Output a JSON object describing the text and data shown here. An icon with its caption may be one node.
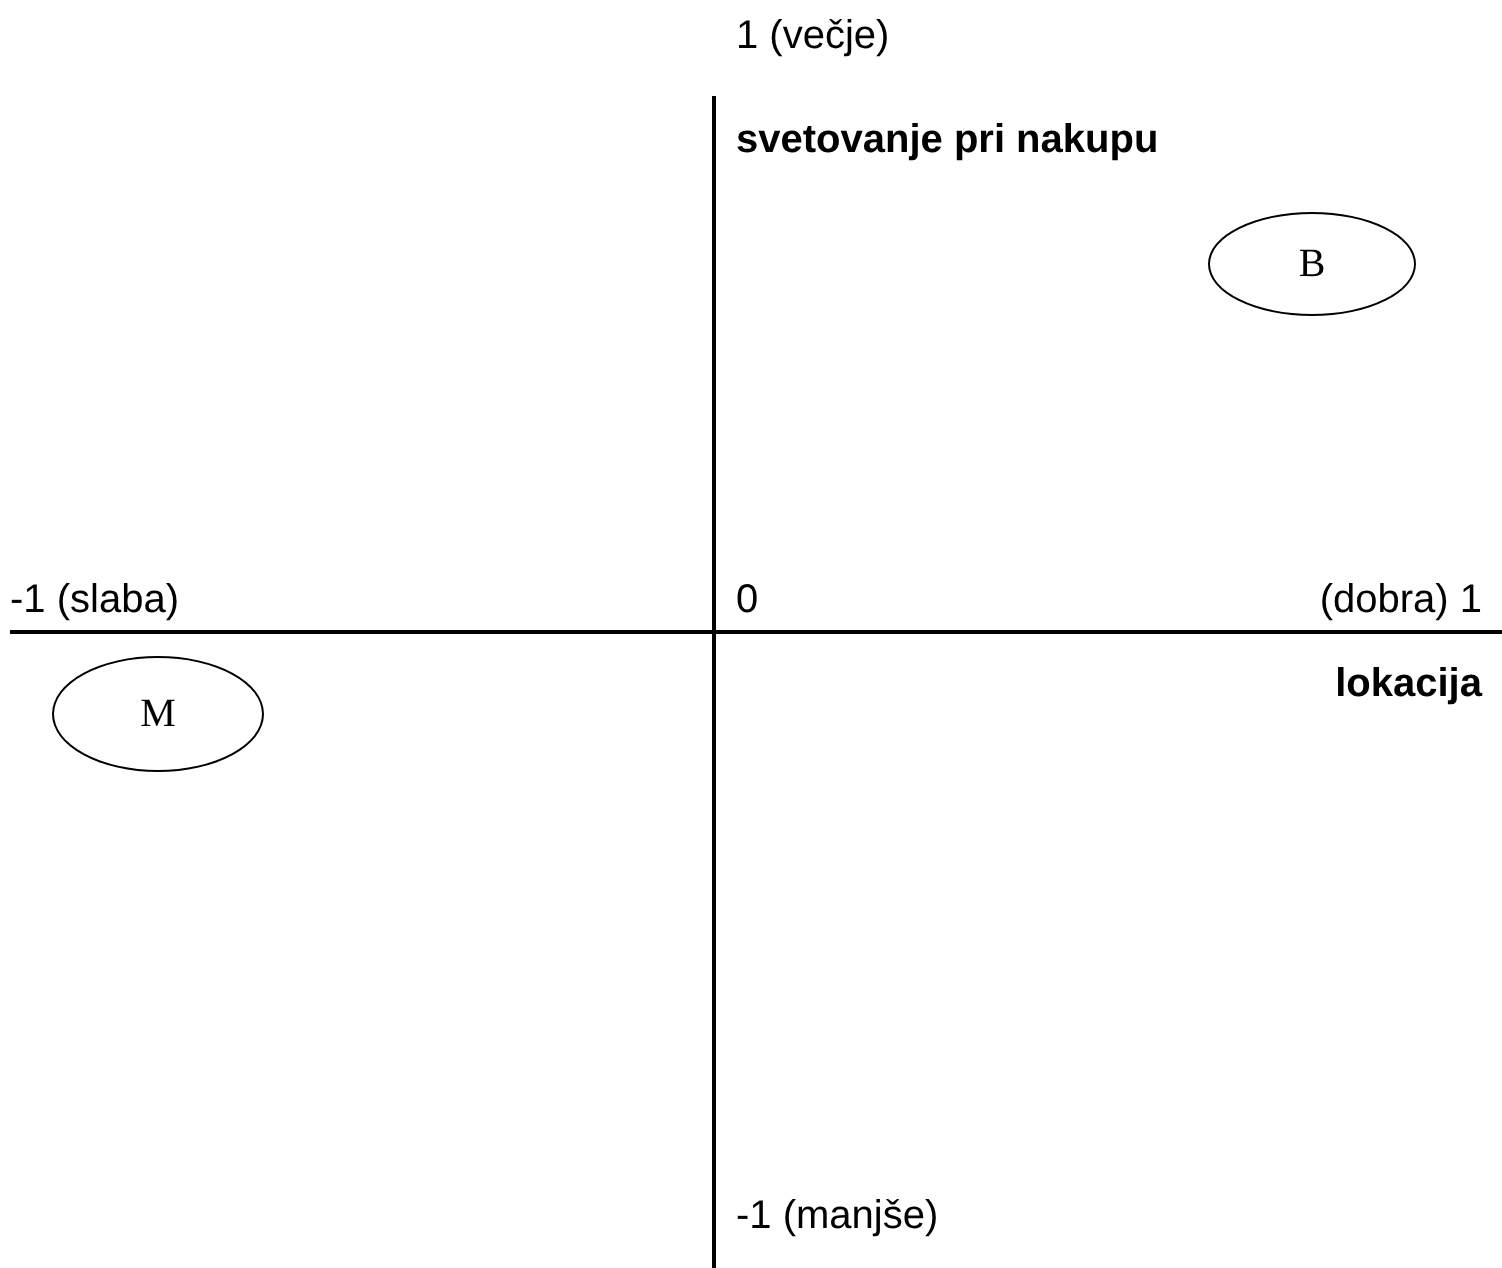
{
  "diagram": {
    "nodes": [
      {
        "text": [
          "B"
        ]
      },
      {
        "text": [
          "M"
        ]
      }
    ],
    "labels": [
      "1 (večje)",
      "svetovanje pri nakupu",
      "-1 (slaba)",
      "0",
      "(dobra) 1",
      "lokacija",
      "-1 (manjše)"
    ]
  }
}
